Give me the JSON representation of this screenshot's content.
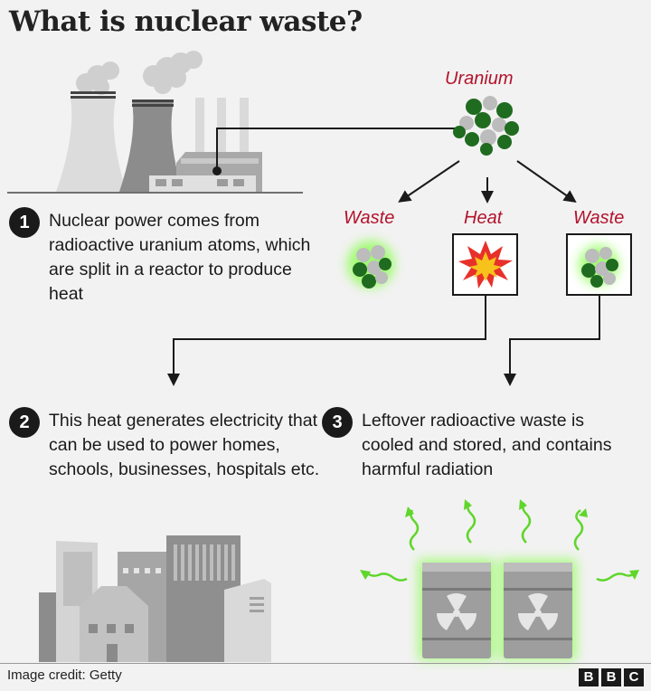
{
  "title": "What is nuclear waste?",
  "labels": {
    "uranium": "Uranium",
    "waste_left": "Waste",
    "heat": "Heat",
    "waste_right": "Waste"
  },
  "steps": [
    {
      "number": "1",
      "text": "Nuclear power comes from radioactive uranium atoms, which are split in a reactor to produce heat"
    },
    {
      "number": "2",
      "text": "This heat generates electricity that can be used to power homes, schools, businesses, hospitals etc."
    },
    {
      "number": "3",
      "text": "Leftover radioactive waste is cooled and stored, and contains harmful radiation"
    }
  ],
  "footer": {
    "credit": "Image credit: Getty",
    "logo_letters": [
      "B",
      "B",
      "C"
    ]
  },
  "icons": [
    "power-plant-icon",
    "uranium-atom-icon",
    "explosion-icon",
    "city-buildings-icon",
    "radioactive-barrel-icon",
    "radiation-wave-icon",
    "radiation-symbol-icon"
  ],
  "colors": {
    "accent_red": "#b3122b",
    "atom_green": "#1f6b1f",
    "glow_green": "#7dff3a",
    "heat_orange": "#f39c12",
    "dark": "#1a1a1a"
  }
}
